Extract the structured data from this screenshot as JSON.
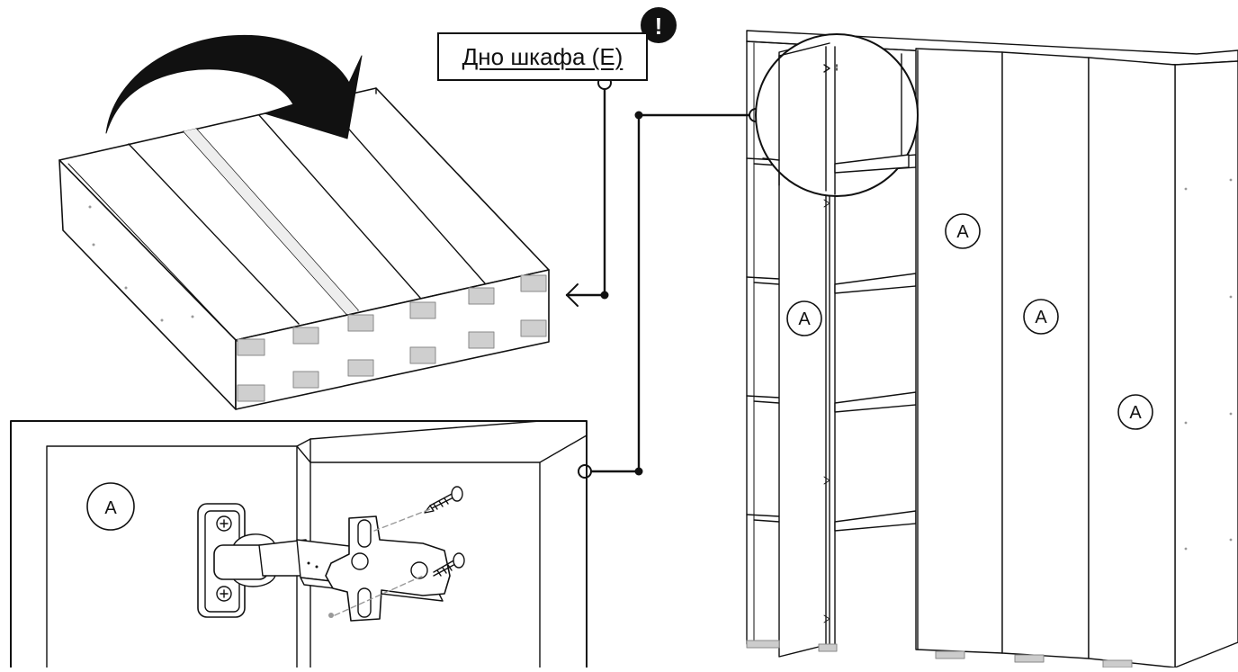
{
  "callout": {
    "part_label": "Дно шкафа (E)",
    "warning_symbol": "!"
  },
  "panel_markers": {
    "detail_panel": "A",
    "left_door": "A",
    "center_door": "A",
    "right_door_a": "A",
    "right_door_b": "A"
  },
  "colors": {
    "line": "#111111",
    "foot_gray": "#cccccc",
    "slot_gray": "#d2d2d2",
    "background": "#ffffff"
  }
}
